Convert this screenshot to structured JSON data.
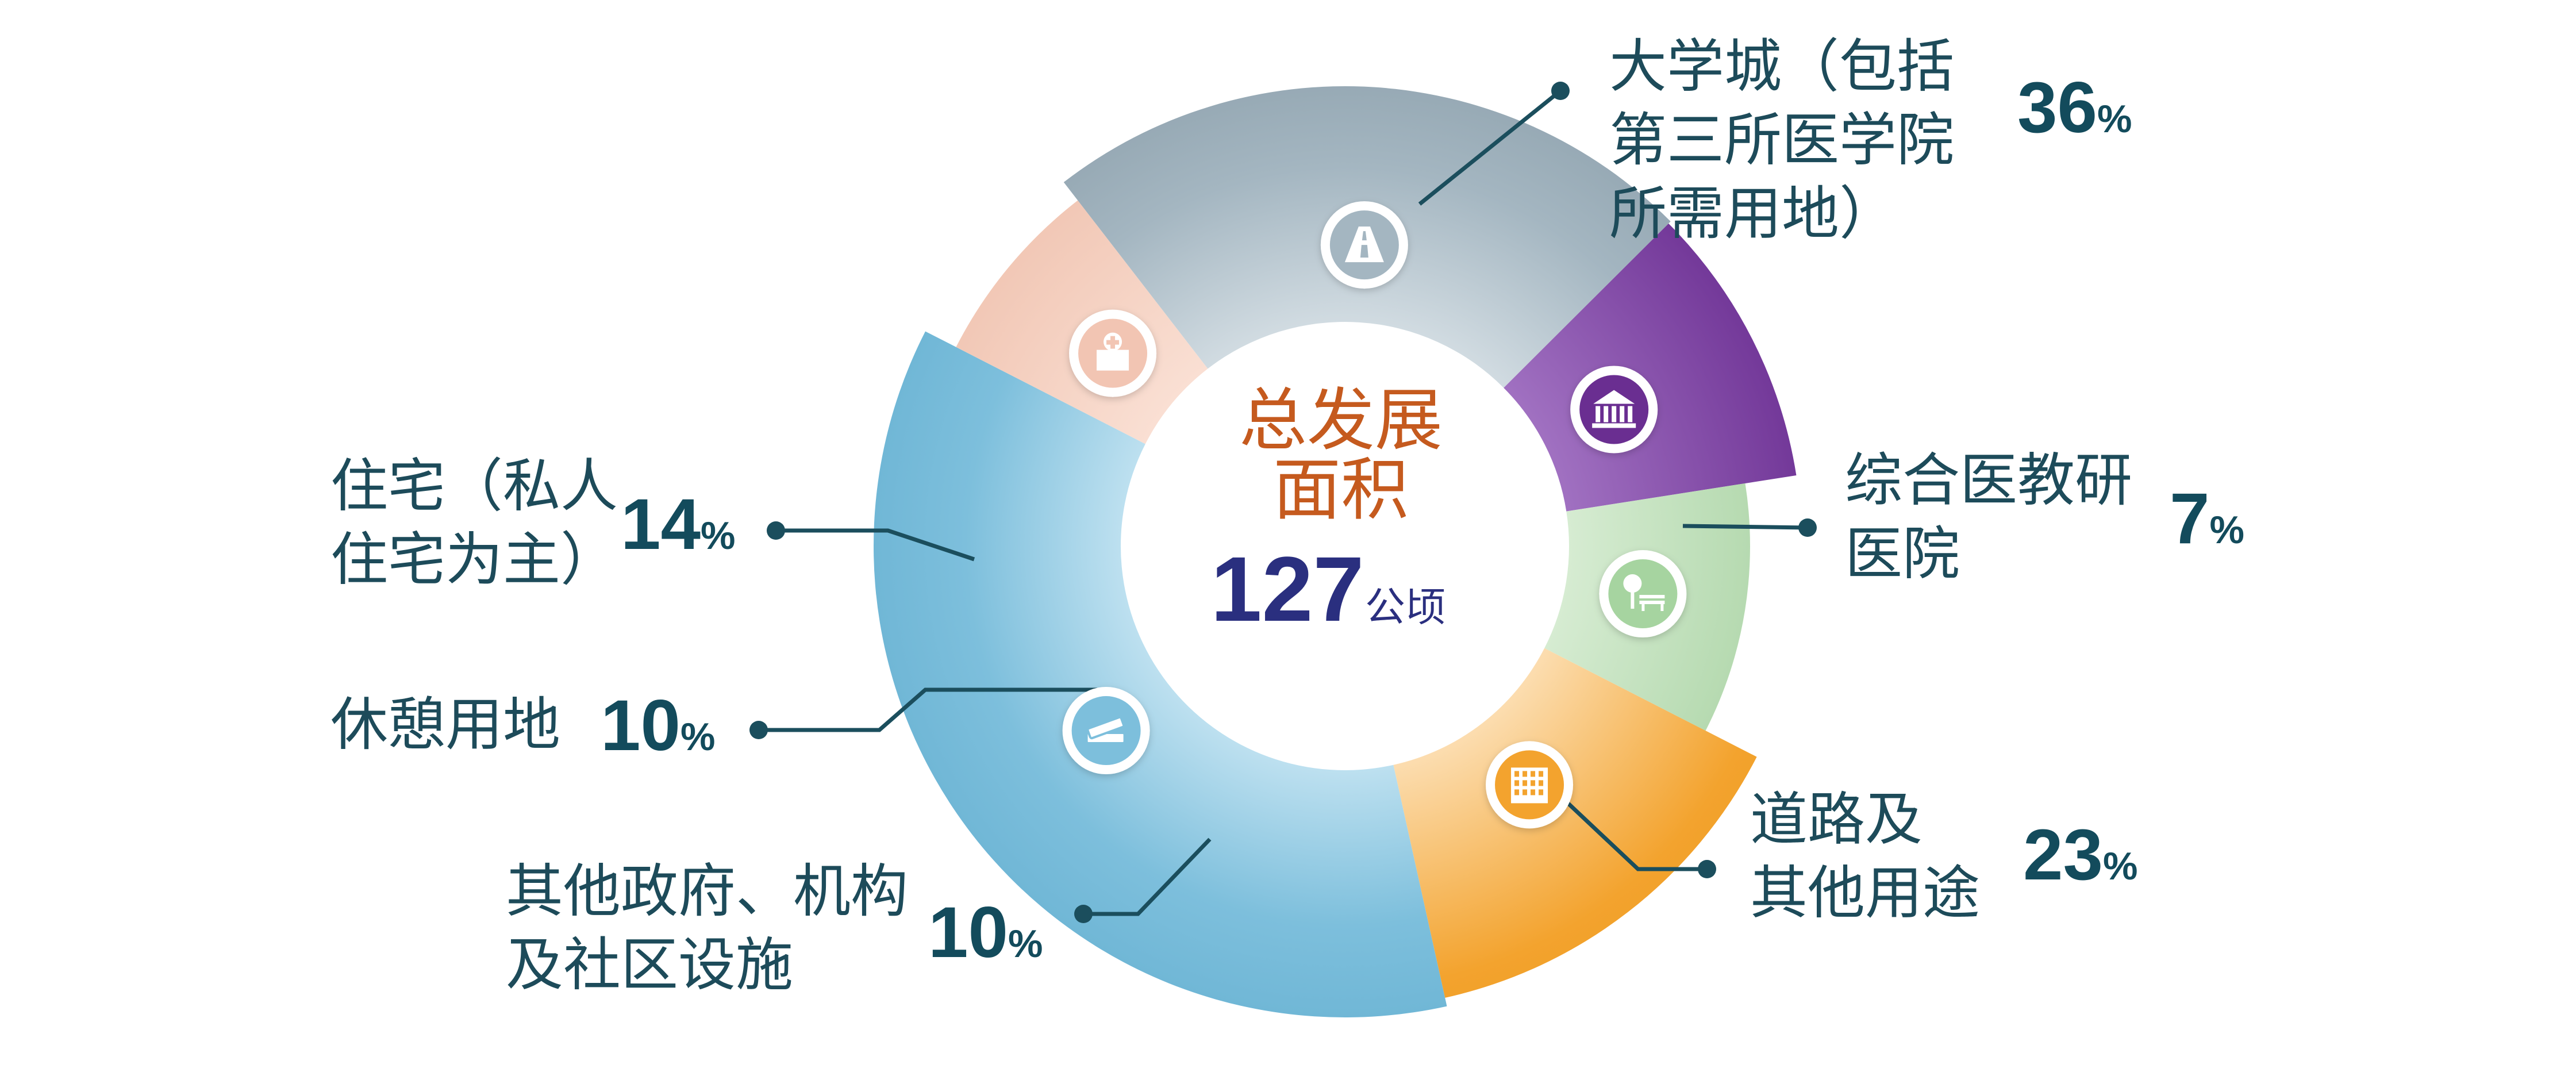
{
  "chart_data": {
    "type": "pie",
    "center": {
      "title_line1": "总发展",
      "title_line2": "面积",
      "total": "127",
      "unit": "公顷"
    },
    "slices": [
      {
        "label_lines": [
          "大学城（包括",
          "第三所医学院",
          "所需用地）"
        ],
        "value": 36,
        "pct": "36",
        "color": "#7dbfdc",
        "icon": "books-icon"
      },
      {
        "label_lines": [
          "综合医教研",
          "医院"
        ],
        "value": 7,
        "pct": "7",
        "color": "#f2c5b3",
        "icon": "hospital-icon"
      },
      {
        "label_lines": [
          "道路及",
          "其他用途"
        ],
        "value": 23,
        "pct": "23",
        "color": "#a4b6c1",
        "icon": "road-icon"
      },
      {
        "label_lines": [
          "其他政府、机构",
          "及社区设施"
        ],
        "value": 10,
        "pct": "10",
        "color": "#6a2d91",
        "icon": "government-building-icon"
      },
      {
        "label_lines": [
          "休憩用地"
        ],
        "value": 10,
        "pct": "10",
        "color": "#a6d4a0",
        "icon": "park-bench-icon"
      },
      {
        "label_lines": [
          "住宅（私人",
          "住宅为主）"
        ],
        "value": 14,
        "pct": "14",
        "color": "#f3a32e",
        "icon": "residential-building-icon"
      }
    ],
    "percent_sign": "%",
    "line_color": "#1b4e5d"
  }
}
